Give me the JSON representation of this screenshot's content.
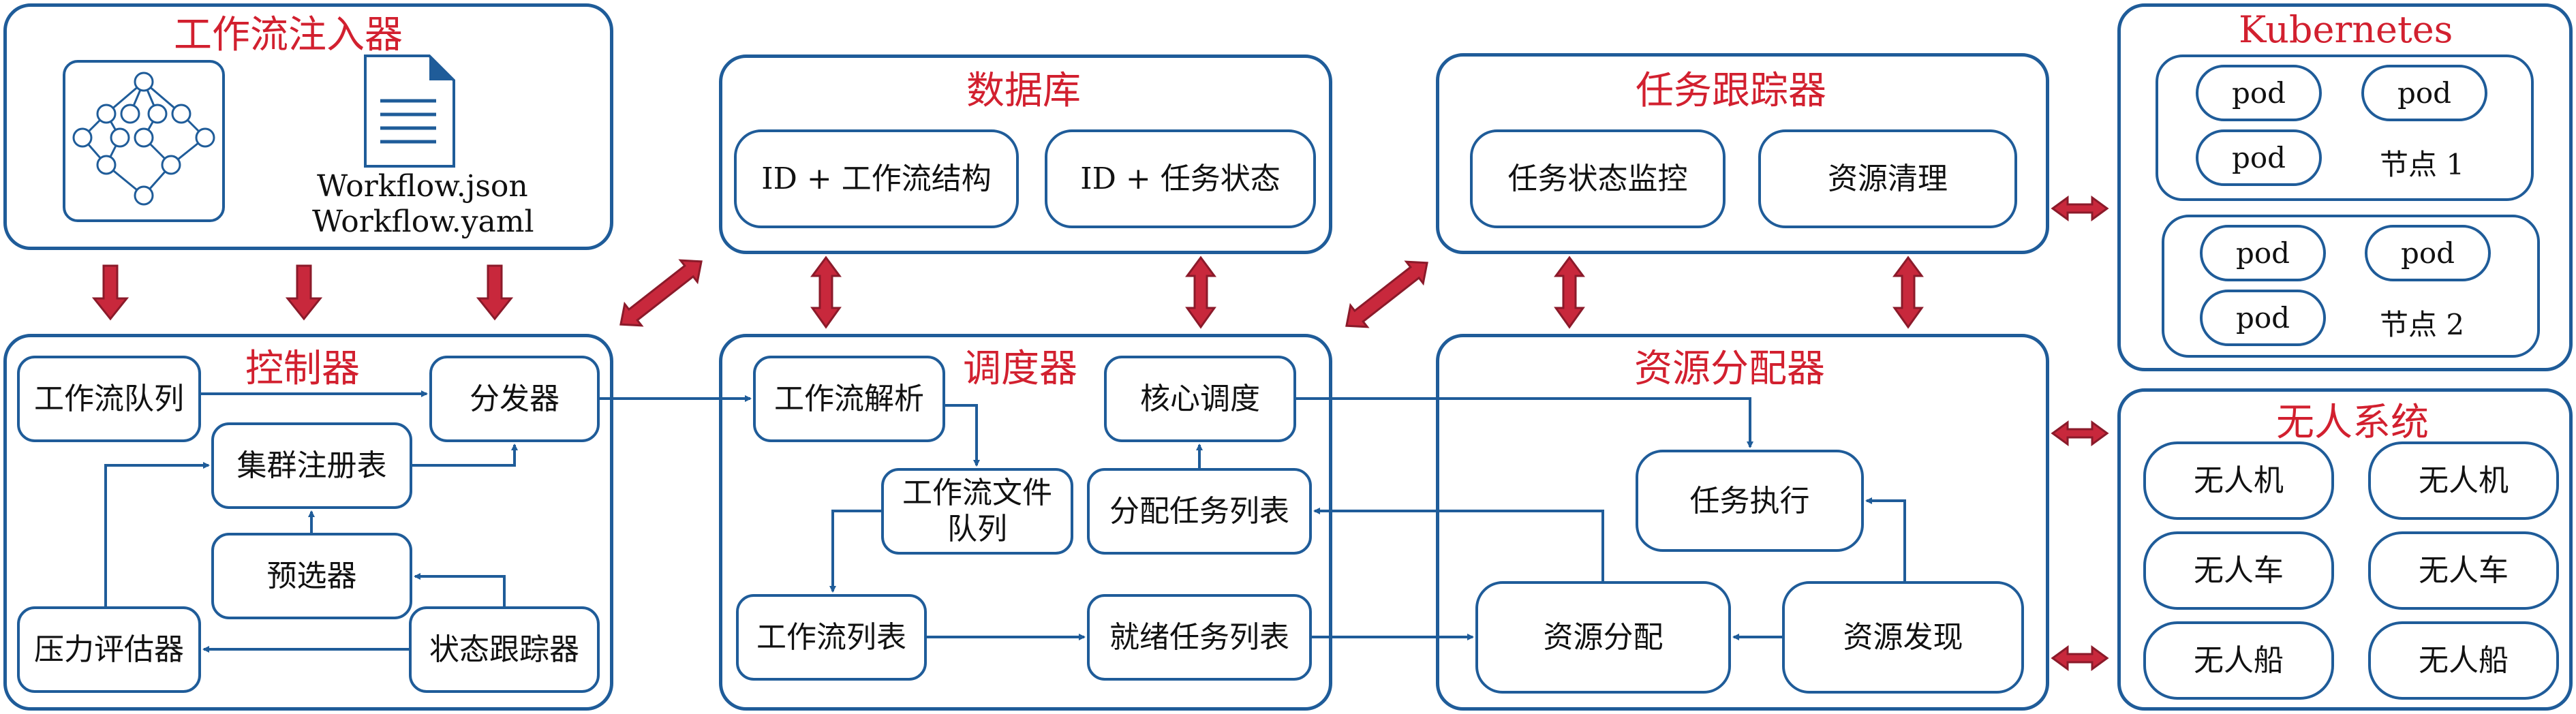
{
  "injector": {
    "title": "工作流注入器",
    "workflow_icon": "workflow-dag-icon",
    "file_icon": "document-icon",
    "file1": "Workflow.json",
    "file2": "Workflow.yaml"
  },
  "database": {
    "title": "数据库",
    "left_box": "ID + 工作流结构",
    "right_box": "ID + 任务状态"
  },
  "tracker": {
    "title": "任务跟踪器",
    "left_box": "任务状态监控",
    "right_box": "资源清理"
  },
  "kubernetes": {
    "title": "Kubernetes",
    "pod": "pod",
    "node1_label": "节点 1",
    "node2_label": "节点 2"
  },
  "controller": {
    "title": "控制器",
    "queue": "工作流队列",
    "dispatcher": "分发器",
    "registry": "集群注册表",
    "preselector": "预选器",
    "pressure": "压力评估器",
    "state_tracker": "状态跟踪器"
  },
  "scheduler": {
    "title": "调度器",
    "parser": "工作流解析",
    "core": "核心调度",
    "file_queue": "工作流文件\n队列",
    "assign_list": "分配任务列表",
    "wf_list": "工作流列表",
    "ready_list": "就绪任务列表"
  },
  "allocator": {
    "title": "资源分配器",
    "exec": "任务执行",
    "alloc": "资源分配",
    "discover": "资源发现"
  },
  "unmanned": {
    "title": "无人系统",
    "uav": "无人机",
    "ugv": "无人车",
    "usv": "无人船"
  },
  "colors": {
    "line": "#1f5c99",
    "title": "#d2202f",
    "arrow_fill": "#c8283c",
    "arrow_stroke": "#8b1a2a"
  }
}
